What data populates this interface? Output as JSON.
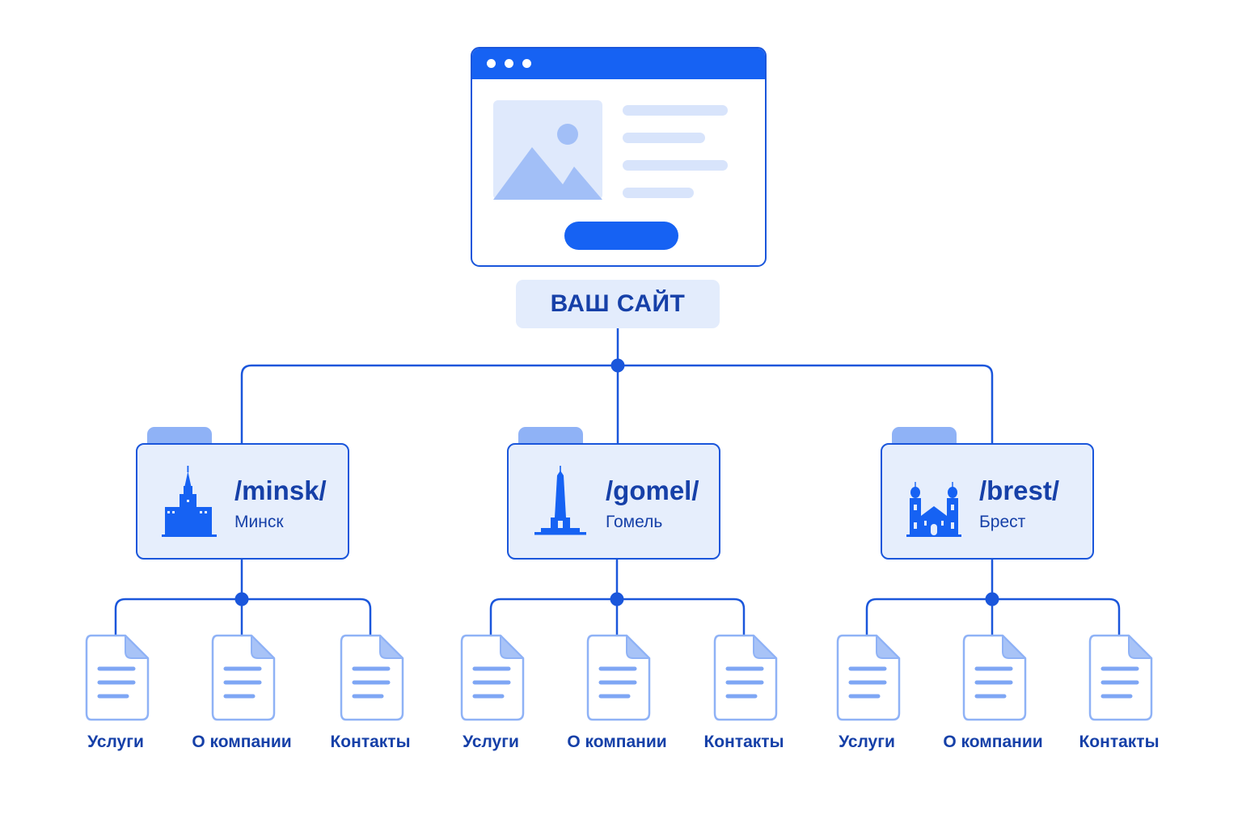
{
  "site": {
    "label": "ВАШ САЙТ"
  },
  "colors": {
    "primary": "#1662f3",
    "line": "#1a56db",
    "text": "#1640a8",
    "folder_fill": "#e6eefc",
    "folder_tab": "#8fb2f6",
    "page_stroke": "#8fb2f6",
    "page_lines": "#7ea6f4",
    "label_bg": "#e3ecfc"
  },
  "sections": [
    {
      "path": "/minsk/",
      "city": "Минск",
      "icon": "minsk-buildings-icon",
      "pages": [
        "Услуги",
        "О компании",
        "Контакты"
      ]
    },
    {
      "path": "/gomel/",
      "city": "Гомель",
      "icon": "gomel-monument-icon",
      "pages": [
        "Услуги",
        "О компании",
        "Контакты"
      ]
    },
    {
      "path": "/brest/",
      "city": "Брест",
      "icon": "brest-church-icon",
      "pages": [
        "Услуги",
        "О компании",
        "Контакты"
      ]
    }
  ]
}
